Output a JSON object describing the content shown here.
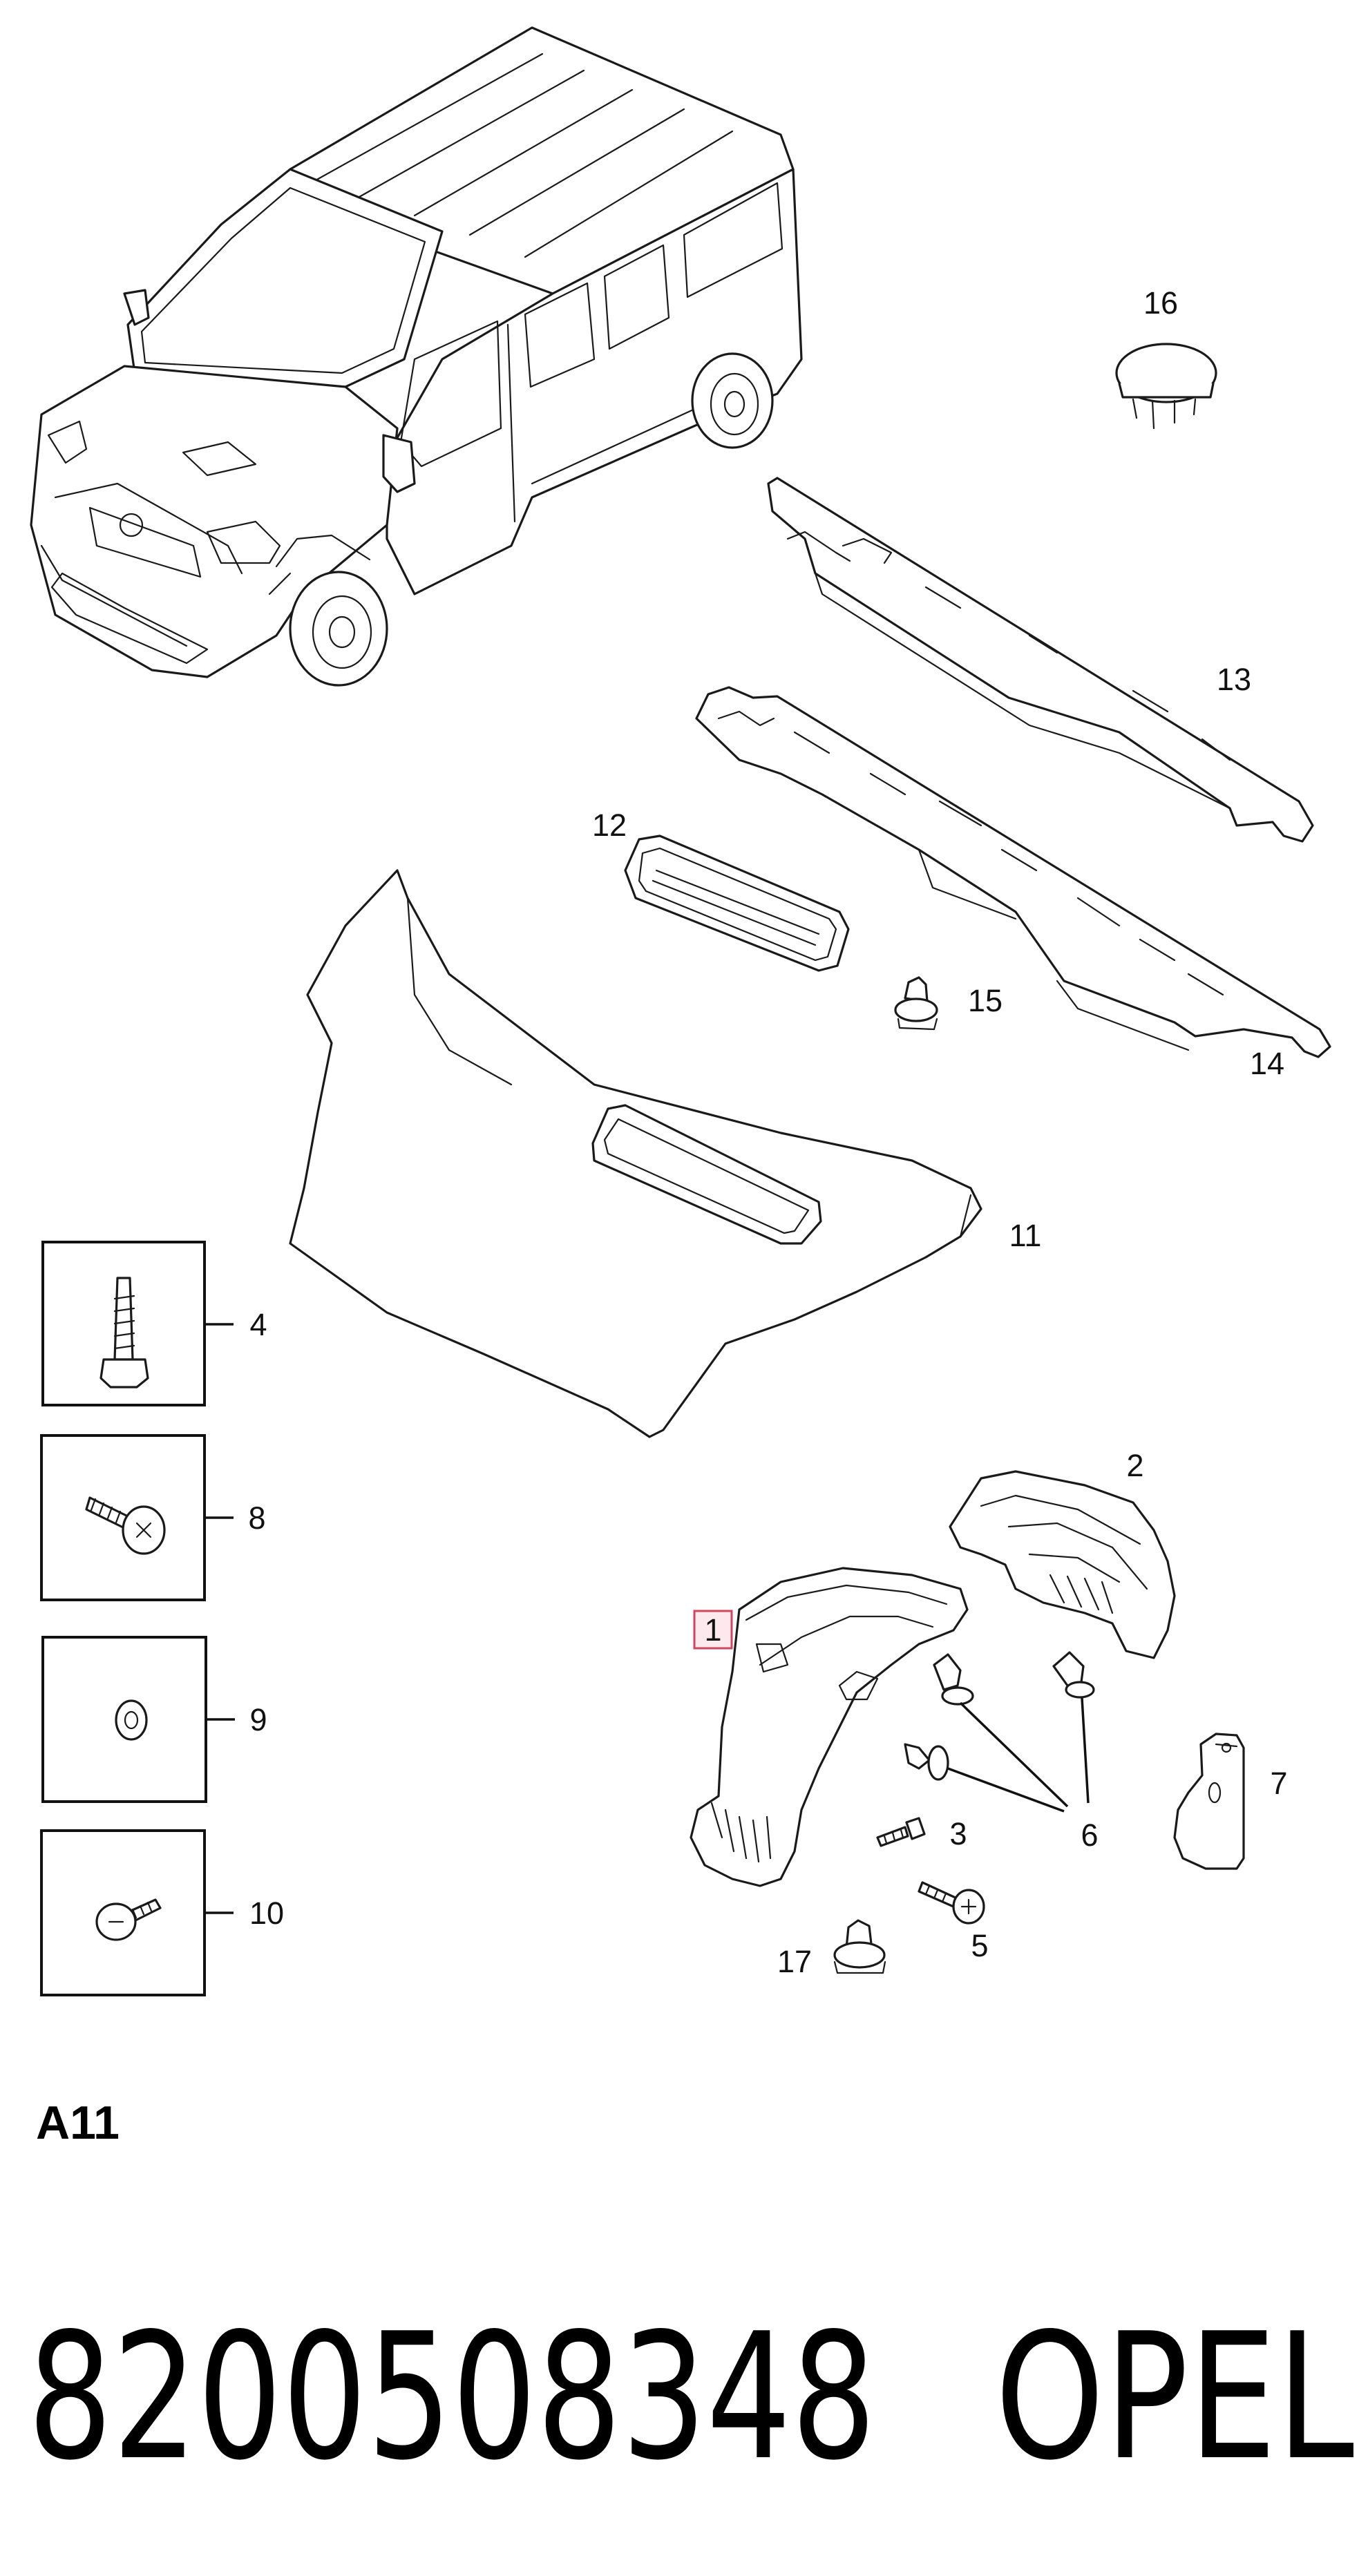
{
  "callouts": {
    "p1": "1",
    "p2": "2",
    "p3": "3",
    "p4": "4",
    "p5": "5",
    "p6": "6",
    "p7": "7",
    "p8": "8",
    "p9": "9",
    "p10": "10",
    "p11": "11",
    "p12": "12",
    "p13": "13",
    "p14": "14",
    "p15": "15",
    "p16": "16",
    "p17": "17"
  },
  "highlighted_callout": "1",
  "section_code": "A11",
  "part_number": "8200508348",
  "brand": "OPEL",
  "colors": {
    "line": "#1a1a1a",
    "highlight_border": "#d2455f",
    "highlight_fill": "#fbe9ee",
    "background": "#ffffff"
  }
}
